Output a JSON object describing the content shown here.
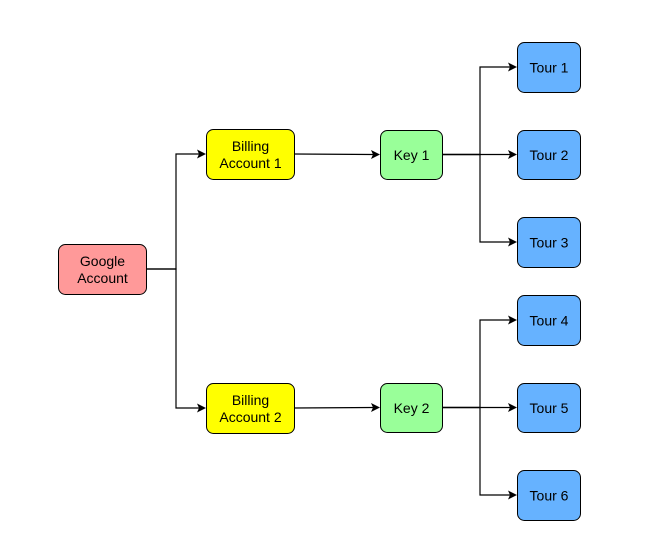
{
  "nodes": {
    "google_account": {
      "lines": [
        "Google",
        "Account"
      ],
      "color": "#ff9999"
    },
    "billing_account_1": {
      "lines": [
        "Billing",
        "Account 1"
      ],
      "color": "#ffff00"
    },
    "billing_account_2": {
      "lines": [
        "Billing",
        "Account 2"
      ],
      "color": "#ffff00"
    },
    "key_1": {
      "lines": [
        "Key 1"
      ],
      "color": "#99ff99"
    },
    "key_2": {
      "lines": [
        "Key 2"
      ],
      "color": "#99ff99"
    },
    "tour_1": {
      "lines": [
        "Tour 1"
      ],
      "color": "#66b2ff"
    },
    "tour_2": {
      "lines": [
        "Tour 2"
      ],
      "color": "#66b2ff"
    },
    "tour_3": {
      "lines": [
        "Tour 3"
      ],
      "color": "#66b2ff"
    },
    "tour_4": {
      "lines": [
        "Tour 4"
      ],
      "color": "#66b2ff"
    },
    "tour_5": {
      "lines": [
        "Tour 5"
      ],
      "color": "#66b2ff"
    },
    "tour_6": {
      "lines": [
        "Tour 6"
      ],
      "color": "#66b2ff"
    }
  },
  "edges": [
    {
      "from": "google_account",
      "to": "billing_account_1"
    },
    {
      "from": "google_account",
      "to": "billing_account_2"
    },
    {
      "from": "billing_account_1",
      "to": "key_1"
    },
    {
      "from": "billing_account_2",
      "to": "key_2"
    },
    {
      "from": "key_1",
      "to": "tour_1"
    },
    {
      "from": "key_1",
      "to": "tour_2"
    },
    {
      "from": "key_1",
      "to": "tour_3"
    },
    {
      "from": "key_2",
      "to": "tour_4"
    },
    {
      "from": "key_2",
      "to": "tour_5"
    },
    {
      "from": "key_2",
      "to": "tour_6"
    }
  ]
}
